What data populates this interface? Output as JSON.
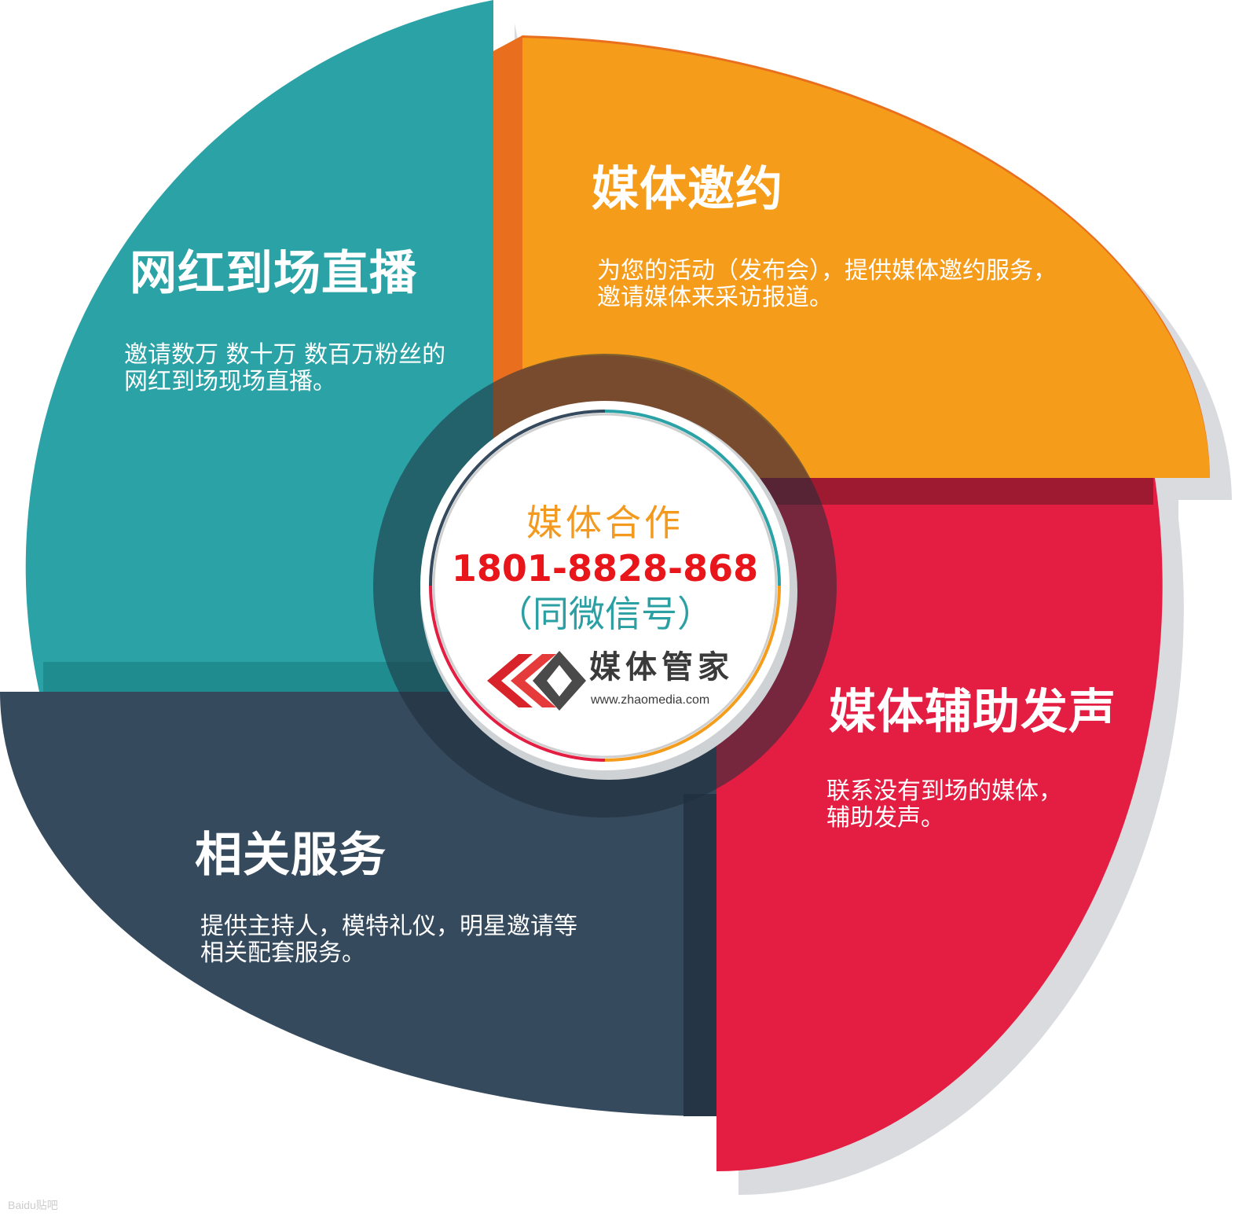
{
  "colors": {
    "teal": "#2AA2A6",
    "orange": "#F59C1A",
    "red": "#E31E42",
    "navy": "#364A5E",
    "phone": "#E8161B"
  },
  "segments": [
    {
      "title": "网红到场直播",
      "body": [
        "邀请数万  数十万  数百万粉丝的",
        "网红到场现场直播。"
      ]
    },
    {
      "title": "媒体邀约",
      "body": [
        "为您的活动（发布会），提供媒体邀约服务，",
        "邀请媒体来采访报道。"
      ]
    },
    {
      "title": "媒体辅助发声",
      "body": [
        "联系没有到场的媒体，",
        "辅助发声。"
      ]
    },
    {
      "title": "相关服务",
      "body": [
        "提供主持人，模特礼仪，明星邀请等",
        "相关配套服务。"
      ]
    }
  ],
  "center": {
    "heading": "媒体合作",
    "phone": "1801-8828-868",
    "note": "（同微信号）",
    "logo_name": "媒体管家",
    "logo_url": "www.zhaomedia.com"
  },
  "watermark": "Baidu贴吧"
}
